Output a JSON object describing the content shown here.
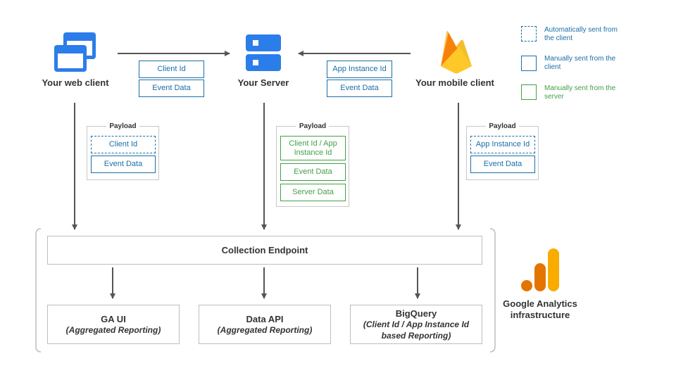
{
  "nodes": {
    "web_client": "Your web client",
    "server": "Your Server",
    "mobile_client": "Your mobile client"
  },
  "top_flow": {
    "web_to_server": [
      "Client Id",
      "Event Data"
    ],
    "mobile_to_server": [
      "App Instance Id",
      "Event Data"
    ]
  },
  "payloads": {
    "title": "Payload",
    "web": [
      "Client Id",
      "Event Data"
    ],
    "server": [
      "Client Id / App Instance Id",
      "Event Data",
      "Server Data"
    ],
    "mobile": [
      "App Instance Id",
      "Event Data"
    ]
  },
  "infrastructure": {
    "collection_endpoint": "Collection Endpoint",
    "outputs": [
      {
        "title": "GA UI",
        "subtitle": "(Aggregated Reporting)"
      },
      {
        "title": "Data API",
        "subtitle": "(Aggregated Reporting)"
      },
      {
        "title": "BigQuery",
        "subtitle": "(Client Id / App Instance Id based Reporting)"
      }
    ],
    "label": "Google Analytics infrastructure"
  },
  "legend": [
    {
      "style": "dashed",
      "color": "#1a6fa6",
      "text": "Automatically sent from the client"
    },
    {
      "style": "solid",
      "color": "#1a6fa6",
      "text": "Manually sent from the client"
    },
    {
      "style": "solid",
      "color": "#43a047",
      "text": "Manually sent from the server"
    }
  ],
  "icons": [
    "browser-windows-icon",
    "server-icon",
    "firebase-icon",
    "google-analytics-icon"
  ],
  "colors": {
    "blue": "#1a6fa6",
    "green": "#43a047",
    "icon_blue": "#2b7de9",
    "arrow": "#555555"
  }
}
